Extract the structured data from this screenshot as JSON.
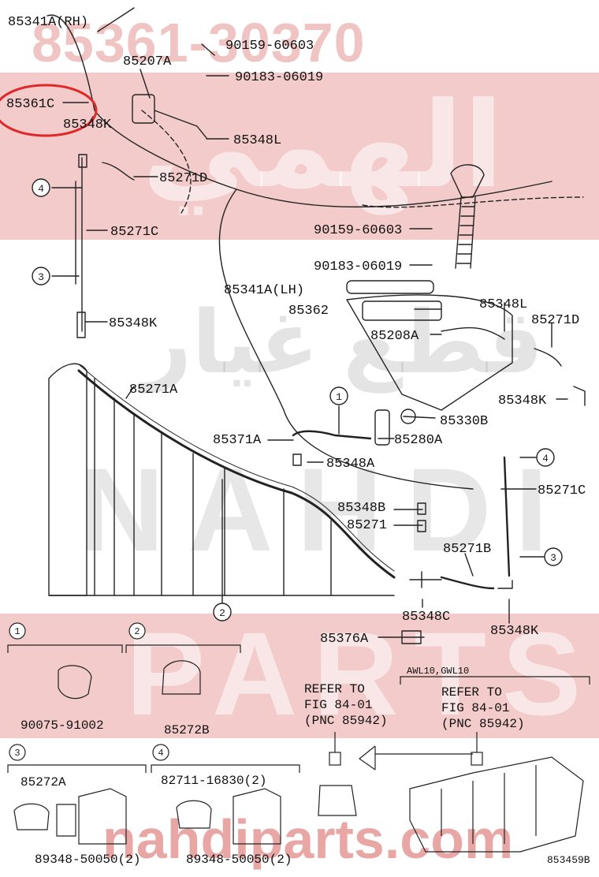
{
  "figure_code": "853459B",
  "watermarks": {
    "part_number": "85361-30370",
    "arabic_top": "الهمي",
    "arabic_mid": "قطع غيار",
    "latin_mid": "NAHDI",
    "latin_low": "PARTS",
    "site": "nahdiparts.com"
  },
  "highlight_color": "#e0282a",
  "labels": {
    "p85341A_RH": "85341A(RH)",
    "p85207A": "85207A",
    "p85361C": "85361C",
    "p85348K_a": "85348K",
    "p90159_a": "90159-60603",
    "p90183_a": "90183-06019",
    "p85348L_a": "85348L",
    "p85271D_a": "85271D",
    "p85271C_a": "85271C",
    "p85348K_b": "85348K",
    "p90159_b": "90159-60603",
    "p90183_b": "90183-06019",
    "p85341A_LH": "85341A(LH)",
    "p85362": "85362",
    "p85208A": "85208A",
    "p85348L_b": "85348L",
    "p85271D_b": "85271D",
    "p85348K_c": "85348K",
    "p85271A": "85271A",
    "p85330B": "85330B",
    "p85371A": "85371A",
    "p85280A": "85280A",
    "p85348A": "85348A",
    "p85271C_b": "85271C",
    "p85348B": "85348B",
    "p85271": "85271",
    "p85271B": "85271B",
    "p85348C": "85348C",
    "p85348K_d": "85348K",
    "p85376A": "85376A"
  },
  "callouts": [
    "1",
    "2",
    "3",
    "4"
  ],
  "insets": {
    "box1": {
      "num": "1",
      "part": "90075-91002"
    },
    "box2": {
      "num": "2",
      "part": "85272B"
    },
    "box3": {
      "num": "3",
      "part_a": "85272A",
      "part_b": "89348-50050(2)"
    },
    "box4": {
      "num": "4",
      "part_a": "82711-16830(2)",
      "part_b": "89348-50050(2)"
    }
  },
  "refer_left": {
    "line1": "REFER TO",
    "line2": "FIG 84-01",
    "line3": "(PNC 85942)"
  },
  "refer_right": {
    "model": "AWL10,GWL10",
    "line1": "REFER TO",
    "line2": "FIG 84-01",
    "line3": "(PNC 85942)"
  }
}
